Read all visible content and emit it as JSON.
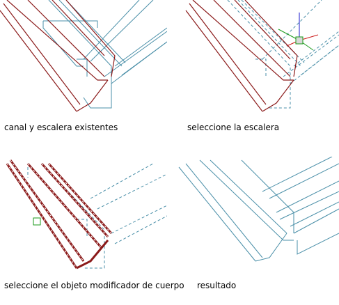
{
  "captions": {
    "step1": "canal y escalera existentes",
    "step2": "seleccione la escalera",
    "step3": "seleccione el objeto modificador de cuerpo",
    "step4": "resultado"
  },
  "colors": {
    "solid": "#4a8fa8",
    "red": "#8b1a1a",
    "grip_green": "#1a9a1a",
    "axis_blue": "#1a1acc",
    "axis_red": "#cc1a1a",
    "axis_green": "#1a9a1a"
  }
}
